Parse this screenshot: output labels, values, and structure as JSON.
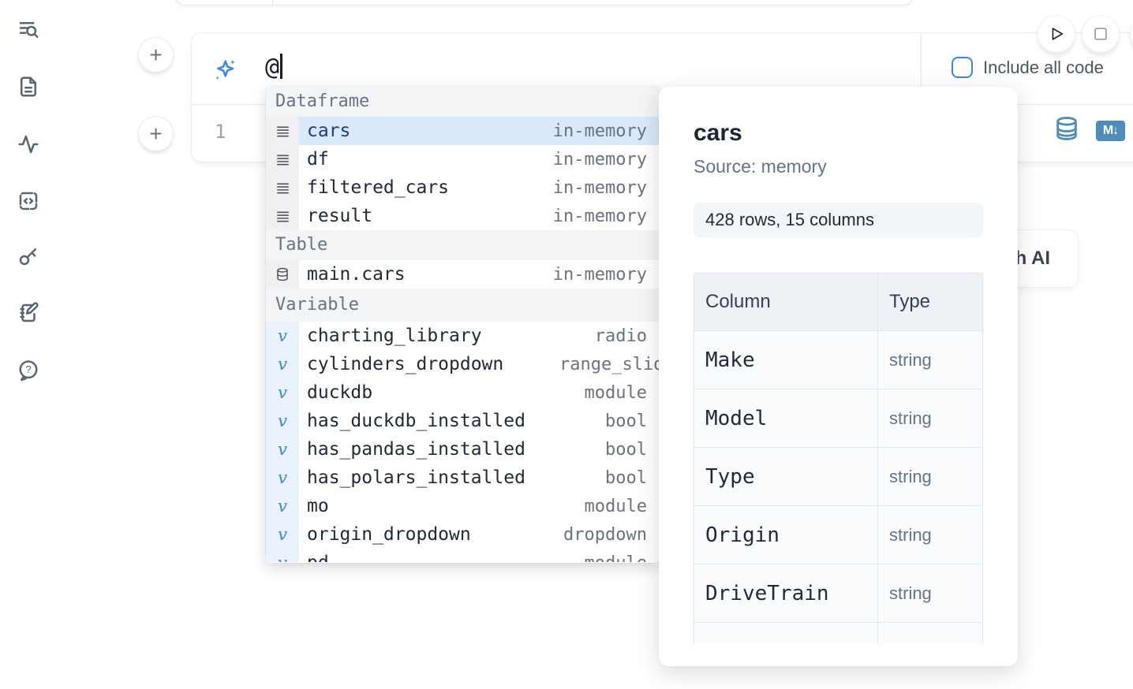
{
  "sidebar": {
    "items": [
      {
        "icon": "file-search-icon"
      },
      {
        "icon": "document-icon"
      },
      {
        "icon": "activity-icon"
      },
      {
        "icon": "code-snippet-icon"
      },
      {
        "icon": "key-icon"
      },
      {
        "icon": "scratchpad-icon"
      },
      {
        "icon": "help-icon"
      }
    ]
  },
  "run_controls": {
    "icons": [
      "play-icon",
      "stop-icon",
      "play-partial-icon"
    ]
  },
  "prompt": {
    "value": "@",
    "ai_icon": "sparkles-icon",
    "include_all_code": {
      "label": "Include all code",
      "checked": false
    }
  },
  "editor": {
    "line_number": "1",
    "icons": [
      "database-icon",
      "markdown-icon"
    ]
  },
  "ai_button": {
    "label": "Generate with AI"
  },
  "autocomplete": {
    "sections": [
      {
        "label": "Dataframe",
        "items": [
          {
            "icon": "rows-icon",
            "name": "cars",
            "hint": "in-memory",
            "selected": true
          },
          {
            "icon": "rows-icon",
            "name": "df",
            "hint": "in-memory"
          },
          {
            "icon": "rows-icon",
            "name": "filtered_cars",
            "hint": "in-memory"
          },
          {
            "icon": "rows-icon",
            "name": "result",
            "hint": "in-memory"
          }
        ]
      },
      {
        "label": "Table",
        "items": [
          {
            "icon": "database-icon",
            "name": "main.cars",
            "hint": "in-memory"
          }
        ]
      },
      {
        "label": "Variable",
        "items": [
          {
            "icon": "variable-icon",
            "name": "charting_library",
            "hint": "radio"
          },
          {
            "icon": "variable-icon",
            "name": "cylinders_dropdown",
            "hint": "range_slider",
            "hint_overflow": true
          },
          {
            "icon": "variable-icon",
            "name": "duckdb",
            "hint": "module"
          },
          {
            "icon": "variable-icon",
            "name": "has_duckdb_installed",
            "hint": "bool"
          },
          {
            "icon": "variable-icon",
            "name": "has_pandas_installed",
            "hint": "bool"
          },
          {
            "icon": "variable-icon",
            "name": "has_polars_installed",
            "hint": "bool"
          },
          {
            "icon": "variable-icon",
            "name": "mo",
            "hint": "module"
          },
          {
            "icon": "variable-icon",
            "name": "origin_dropdown",
            "hint": "dropdown"
          },
          {
            "icon": "variable-icon",
            "name": "pd",
            "hint": "module",
            "partial": true
          }
        ]
      }
    ]
  },
  "detail_panel": {
    "title": "cars",
    "source_label": "Source: memory",
    "shape_label": "428 rows, 15 columns",
    "table": {
      "headers": [
        "Column",
        "Type"
      ],
      "rows": [
        {
          "column": "Make",
          "type": "string"
        },
        {
          "column": "Model",
          "type": "string"
        },
        {
          "column": "Type",
          "type": "string"
        },
        {
          "column": "Origin",
          "type": "string"
        },
        {
          "column": "DriveTrain",
          "type": "string"
        },
        {
          "column": "",
          "type": "",
          "partial": true
        }
      ]
    }
  },
  "colors": {
    "accent": "#3b82f6",
    "selected_row_bg": "#d8e9fb",
    "selected_row_text": "#1e3a8a",
    "steel_icon": "#4e8cba",
    "section_bg": "#f3f4f6",
    "hint_text": "#6b7280"
  }
}
